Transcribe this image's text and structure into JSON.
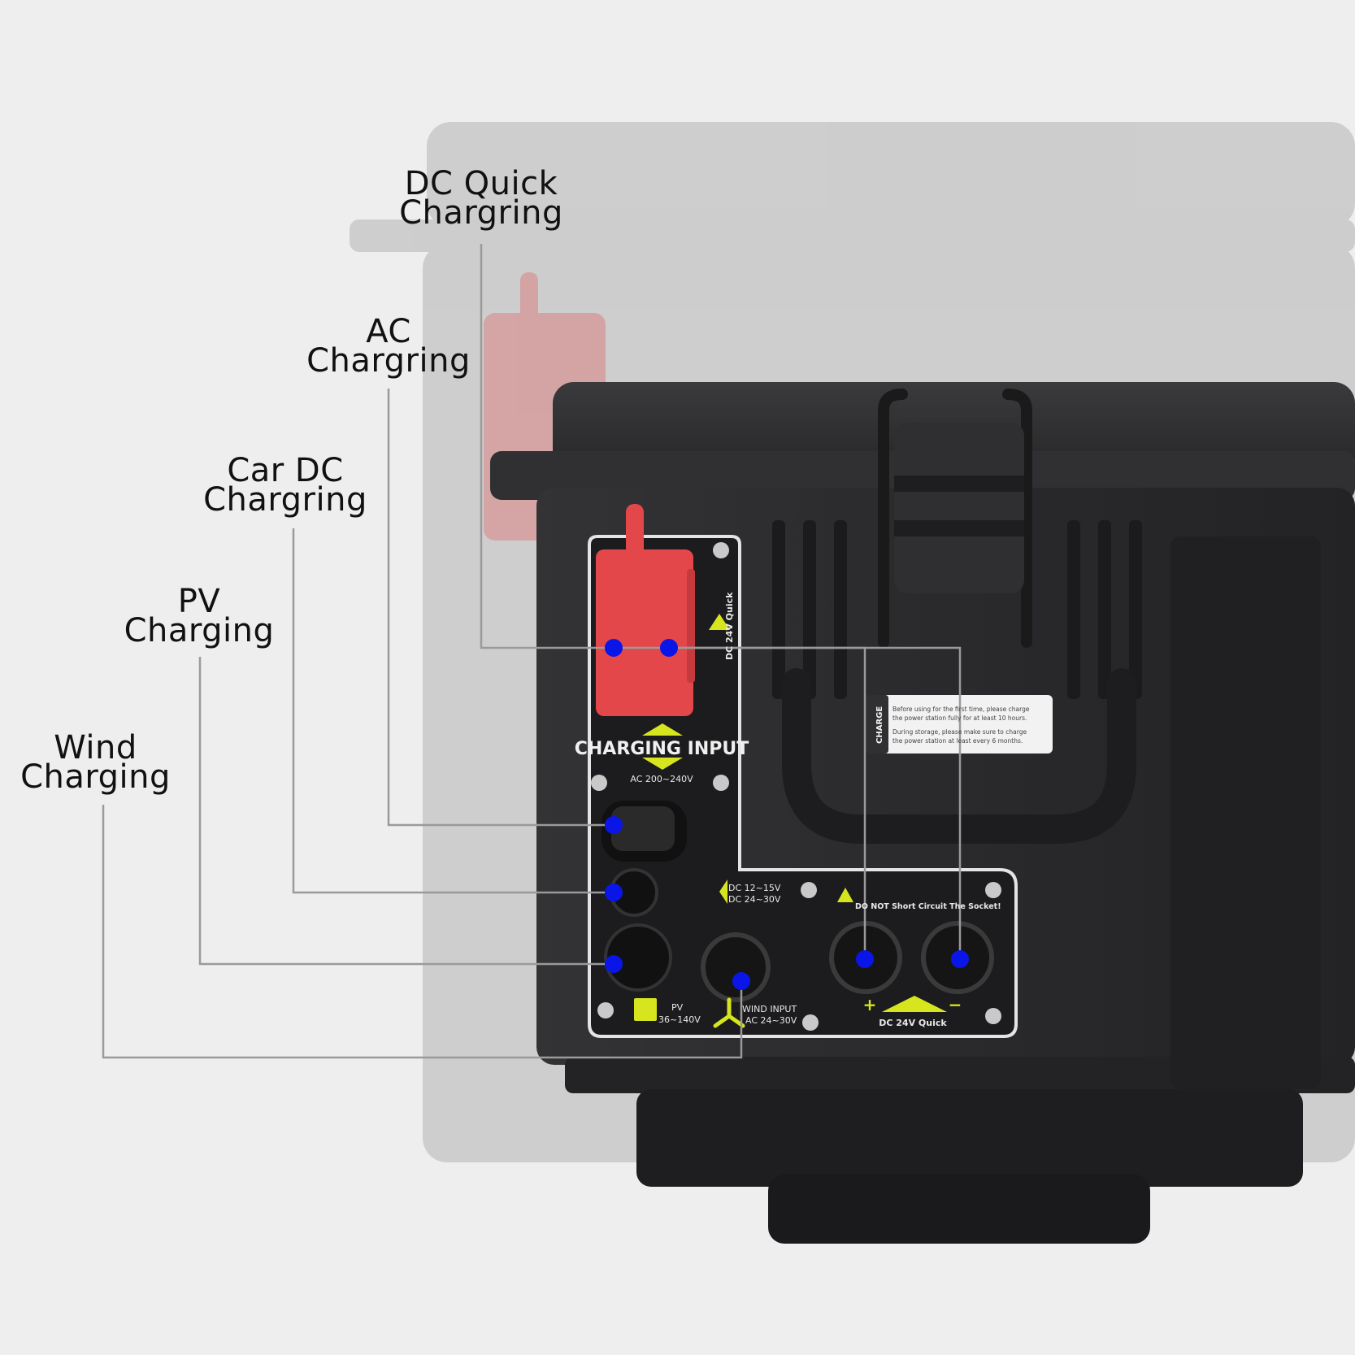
{
  "callouts": [
    {
      "id": "dc-quick",
      "line1": "DC Quick",
      "line2": "Chargring"
    },
    {
      "id": "ac",
      "line1": "AC",
      "line2": "Chargring"
    },
    {
      "id": "car-dc",
      "line1": "Car DC",
      "line2": "Chargring"
    },
    {
      "id": "pv",
      "line1": "PV",
      "line2": "Charging"
    },
    {
      "id": "wind",
      "line1": "Wind",
      "line2": "Charging"
    }
  ],
  "panel": {
    "charging_input": "CHARGING INPUT",
    "ac_range": "AC 200~240V",
    "dc_24v_quick_vertical": "DC 24V Quick",
    "dc_car_1": "DC 12~15V",
    "dc_car_2": "DC 24~30V",
    "pv_label": "PV",
    "pv_range": "36~140V",
    "wind_label": "WIND INPUT",
    "wind_range": "AC 24~30V",
    "warning": "DO NOT Short Circuit The Socket!",
    "dc_quick_bottom": "DC 24V Quick",
    "plus": "+",
    "minus": "−"
  },
  "sticker": {
    "side": "CHARGE",
    "line1": "Before using for the first time, please charge",
    "line2": "the power station fully for at least 10 hours.",
    "line3": "During storage, please make sure to charge",
    "line4": "the power station at least every 6 months."
  },
  "colors": {
    "background": "#eeeeee",
    "case": "#2b2b2d",
    "marker_dot": "#0a16e8",
    "leader_line": "#9a9a9a",
    "red_cap": "#e4474a",
    "label_yellow": "#d7e51e"
  }
}
